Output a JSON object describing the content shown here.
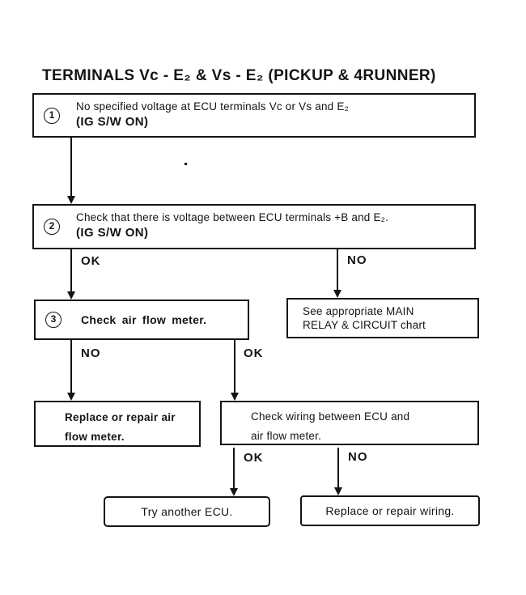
{
  "page": {
    "title": "TERMINALS Vc - E₂ & Vs - E₂ (PICKUP & 4RUNNER)"
  },
  "flowchart": {
    "step1": {
      "number": "1",
      "line1": "No specified voltage at ECU terminals Vc or Vs and E₂",
      "line2": "(IG S/W ON)"
    },
    "step2": {
      "number": "2",
      "line1": "Check that there is voltage between ECU terminals +B and E₂.",
      "line2": "(IG S/W ON)"
    },
    "step3": {
      "number": "3",
      "text": "Check air flow meter."
    },
    "main_relay": {
      "line1": "See appropriate MAIN",
      "line2": "RELAY & CIRCUIT chart"
    },
    "replace_meter": {
      "line1": "Replace or repair air",
      "line2": "flow meter."
    },
    "check_wiring": {
      "line1": "Check wiring between ECU and",
      "line2": "air flow meter."
    },
    "try_ecu": {
      "text": "Try another ECU."
    },
    "replace_wiring": {
      "text": "Replace or repair wiring."
    },
    "branches": {
      "step2_ok": "OK",
      "step2_no": "NO",
      "step3_no": "NO",
      "step3_ok": "OK",
      "wiring_ok": "OK",
      "wiring_no": "NO"
    }
  },
  "colors": {
    "ink": "#141414",
    "paper": "#ffffff"
  }
}
